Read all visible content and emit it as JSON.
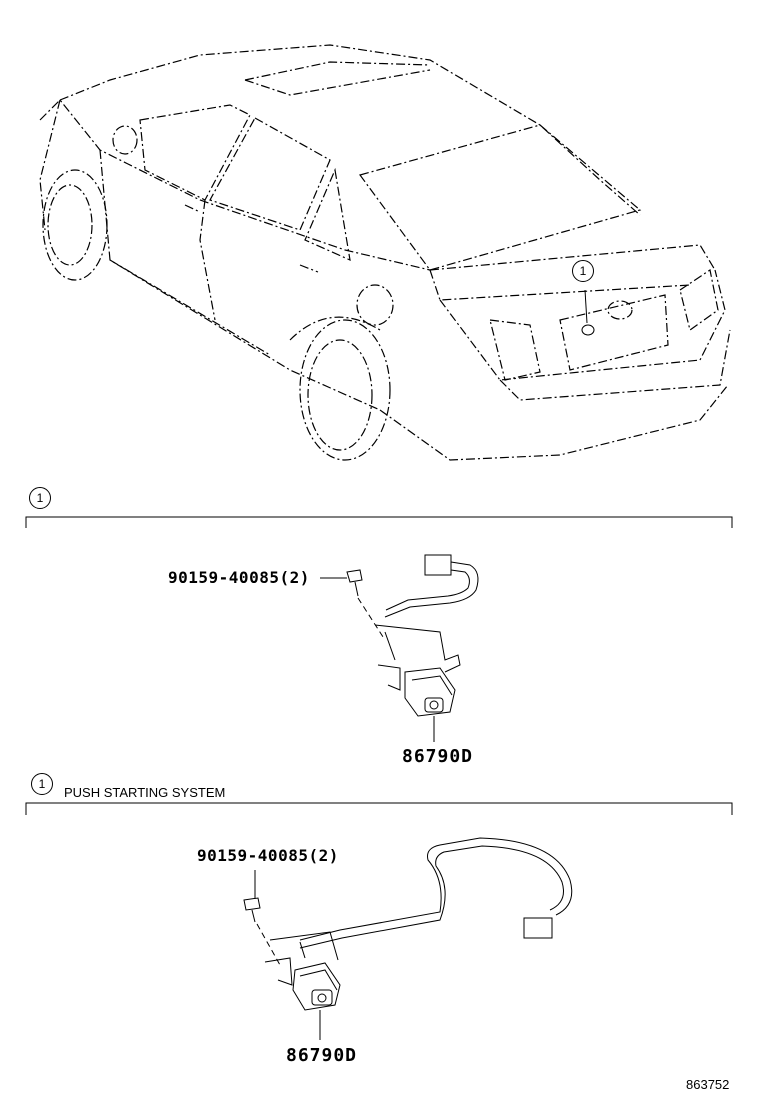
{
  "callouts": {
    "car": "1",
    "section1": "1",
    "section2": "1"
  },
  "sections": [
    {
      "title": "",
      "screw_part": "90159-40085(2)",
      "camera_part": "86790D"
    },
    {
      "title": "PUSH STARTING SYSTEM",
      "screw_part": "90159-40085(2)",
      "camera_part": "86790D"
    }
  ],
  "figure_number": "863752"
}
